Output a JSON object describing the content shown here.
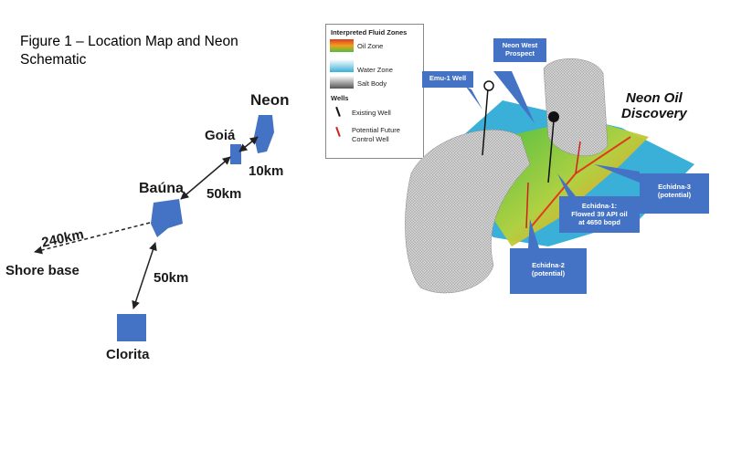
{
  "figure": {
    "title_line1": "Figure 1 – Location Map and Neon",
    "title_line2": "Schematic"
  },
  "map": {
    "fields": {
      "neon": "Neon",
      "goia": "Goiá",
      "bauna": "Baúna",
      "clorita": "Clorita",
      "shore": "Shore base"
    },
    "distances": {
      "goia_neon": "10km",
      "bauna_goia": "50km",
      "bauna_shore": "240km",
      "bauna_clorita": "50km"
    },
    "block_color": "#4472c4"
  },
  "legend": {
    "heading": "Interpreted Fluid Zones",
    "oil_zone": "Oil Zone",
    "water_zone": "Water Zone",
    "salt_body": "Salt Body",
    "wells_heading": "Wells",
    "existing_well": "Existing Well",
    "future_well_1": "Potential Future",
    "future_well_2": "Control Well"
  },
  "schematic": {
    "title_line1": "Neon Oil",
    "title_line2": "Discovery",
    "callouts": {
      "emu1": "Emu-1 Well",
      "neon_west_1": "Neon West",
      "neon_west_2": "Prospect",
      "echidna3_1": "Echidna-3",
      "echidna3_2": "(potential)",
      "echidna1_1": "Echidna-1:",
      "echidna1_2": "Flowed 39 API oil",
      "echidna1_3": "at 4650 bopd",
      "echidna2_1": "Echidna-2",
      "echidna2_2": "(potential)"
    },
    "colors": {
      "callout": "#4472c4",
      "water": "#3ab0d8",
      "oil": "#4fbf3a",
      "salt": "#cfcfcf"
    }
  }
}
